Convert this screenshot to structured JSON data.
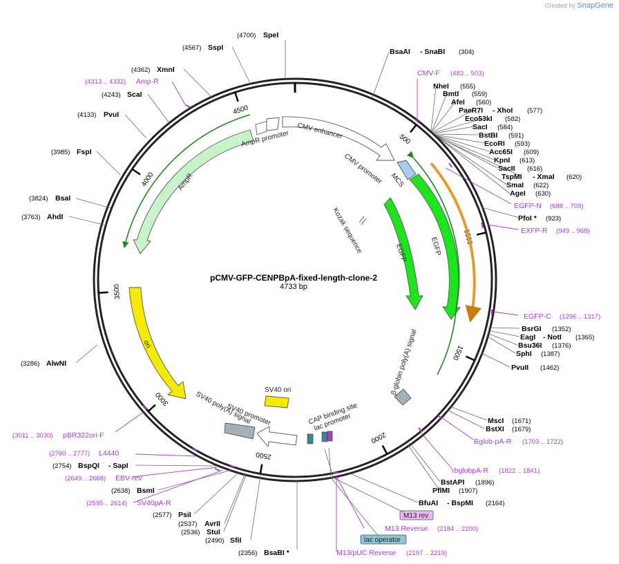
{
  "watermark": {
    "prefix": "Created by",
    "brand": "SnapGene"
  },
  "plasmid": {
    "name": "pCMV-GFP-CENPBpA-fixed-length-clone-2",
    "length_label": "4733 bp",
    "length": 4733
  },
  "ticks": [
    "500",
    "1000",
    "1500",
    "2000",
    "2500",
    "3000",
    "3500",
    "4000",
    "4500"
  ],
  "features": [
    {
      "name": "CMV enhancer",
      "color": "#ffffff"
    },
    {
      "name": "CMV promoter",
      "color": "#ffffff"
    },
    {
      "name": "MCS",
      "color": "#a5cdf0"
    },
    {
      "name": "Kozak sequence",
      "color": "#ffffff"
    },
    {
      "name": "EGFP",
      "color": "#1ee41e"
    },
    {
      "name": "EGFP",
      "color": "#1ee41e"
    },
    {
      "name": "β-globin poly(A) signal",
      "color": "#a8aeb6"
    },
    {
      "name": "lac promoter",
      "color": "#ffffff"
    },
    {
      "name": "CAP binding site",
      "color": "#ffffff"
    },
    {
      "name": "SV40 poly(A) signal",
      "color": "#a8aeb6"
    },
    {
      "name": "SV40 promoter",
      "color": "#ffffff"
    },
    {
      "name": "SV40 ori",
      "color": "#f5ea00"
    },
    {
      "name": "ori",
      "color": "#f5ea00"
    },
    {
      "name": "AmpR",
      "color": "#c8f2c8"
    },
    {
      "name": "AmpR promoter",
      "color": "#c8f2c8"
    }
  ],
  "enzymes": [
    {
      "name": "BsaAI",
      "extra": "- SnaBI",
      "pos": "(304)"
    },
    {
      "name": "NheI",
      "pos": "(555)"
    },
    {
      "name": "BmtI",
      "pos": "(559)"
    },
    {
      "name": "AfeI",
      "pos": "(560)"
    },
    {
      "name": "PaeR7I",
      "extra": "- XhoI",
      "pos": "(577)"
    },
    {
      "name": "Eco53kI",
      "pos": "(582)"
    },
    {
      "name": "SacI",
      "pos": "(584)"
    },
    {
      "name": "BstBI",
      "pos": "(591)"
    },
    {
      "name": "EcoRI",
      "pos": "(593)"
    },
    {
      "name": "Acc65I",
      "pos": "(609)"
    },
    {
      "name": "KpnI",
      "pos": "(613)"
    },
    {
      "name": "SacII",
      "pos": "(616)"
    },
    {
      "name": "TspMI",
      "extra": "- XmaI",
      "pos": "(620)"
    },
    {
      "name": "SmaI",
      "pos": "(622)"
    },
    {
      "name": "AgeI",
      "pos": "(630)"
    },
    {
      "name": "PfoI *",
      "pos": "(923)"
    },
    {
      "name": "BsrGI",
      "pos": "(1352)"
    },
    {
      "name": "EagI",
      "extra": "- NotI",
      "pos": "(1365)"
    },
    {
      "name": "Bsu36I",
      "pos": "(1376)"
    },
    {
      "name": "SphI",
      "pos": "(1387)"
    },
    {
      "name": "PvuII",
      "pos": "(1462)"
    },
    {
      "name": "MscI",
      "pos": "(1671)"
    },
    {
      "name": "BstXI",
      "pos": "(1679)"
    },
    {
      "name": "BstAPI",
      "pos": "(1896)"
    },
    {
      "name": "PflMI",
      "pos": "(1907)"
    },
    {
      "name": "BfuAI",
      "extra": "- BspMI",
      "pos": "(2164)"
    },
    {
      "name": "BsaBI *",
      "pos": "(2356)"
    },
    {
      "name": "SfiI",
      "pos": "(2490)"
    },
    {
      "name": "StuI",
      "pos": "(2536)"
    },
    {
      "name": "AvrII",
      "pos": "(2537)"
    },
    {
      "name": "PsiI",
      "pos": "(2577)"
    },
    {
      "name": "BsmI",
      "pos": "(2638)"
    },
    {
      "name": "BspQI",
      "extra": "- SapI",
      "pos": "(2754)"
    },
    {
      "name": "AlwNI",
      "pos": "(3286)"
    },
    {
      "name": "AhdI",
      "pos": "(3763)"
    },
    {
      "name": "BsaI",
      "pos": "(3824)"
    },
    {
      "name": "FspI",
      "pos": "(3985)"
    },
    {
      "name": "PvuI",
      "pos": "(4133)"
    },
    {
      "name": "ScaI",
      "pos": "(4243)"
    },
    {
      "name": "XmnI",
      "pos": "(4362)"
    },
    {
      "name": "SspI",
      "pos": "(4567)"
    },
    {
      "name": "SpeI",
      "pos": "(4700)"
    }
  ],
  "primers": [
    {
      "name": "CMV-F",
      "range": "(483 .. 503)"
    },
    {
      "name": "EGFP-N",
      "range": "(688 .. 709)"
    },
    {
      "name": "EXFP-R",
      "range": "(949 .. 968)"
    },
    {
      "name": "EGFP-C",
      "range": "(1296 .. 1317)"
    },
    {
      "name": "Bglob-pA-R",
      "range": "(1703 .. 1722)"
    },
    {
      "name": "rbglobpA-R",
      "range": "(1822 .. 1841)"
    },
    {
      "name": "M13 Reverse",
      "range": "(2184 .. 2200)"
    },
    {
      "name": "M13/pUC Reverse",
      "range": "(2197 .. 2219)"
    },
    {
      "name": "SV40pA-R",
      "range": "(2595 .. 2614)"
    },
    {
      "name": "EBV-rev",
      "range": "(2649 .. 2668)"
    },
    {
      "name": "L4440",
      "range": "(2760 .. 2777)"
    },
    {
      "name": "pBR322ori-F",
      "range": "(3011 .. 3030)"
    },
    {
      "name": "Amp-R",
      "range": "(4313 .. 4332)"
    }
  ],
  "boxes": {
    "m13rev": "M13 rev",
    "lacop": "lac operator"
  }
}
